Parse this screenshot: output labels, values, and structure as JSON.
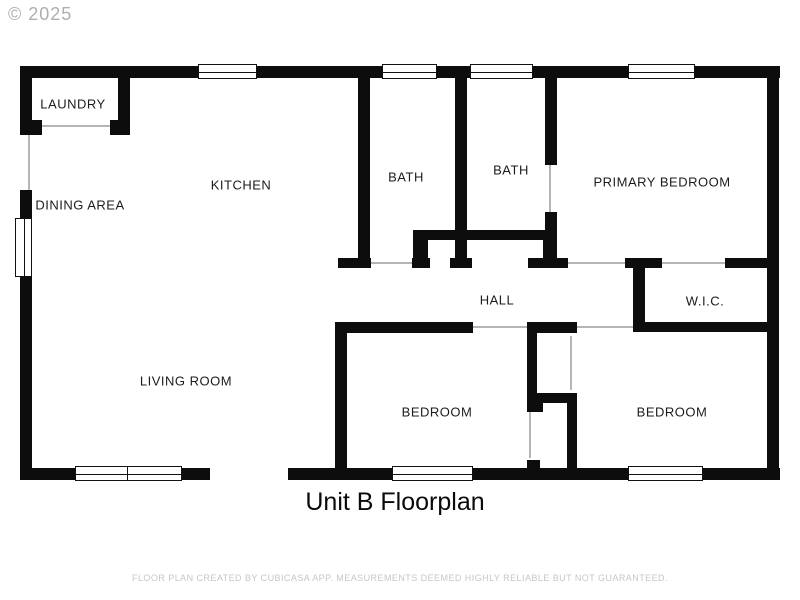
{
  "watermark": "© 2025",
  "title": "Unit B Floorplan",
  "disclaimer": "FLOOR PLAN CREATED BY CUBICASA APP. MEASUREMENTS DEEMED HIGHLY RELIABLE BUT NOT GUARANTEED.",
  "rooms": {
    "laundry": "LAUNDRY",
    "kitchen": "KITCHEN",
    "bath_left": "BATH",
    "bath_right": "BATH",
    "primary_bedroom": "PRIMARY BEDROOM",
    "dining_area": "DINING AREA",
    "hall": "HALL",
    "wic": "W.I.C.",
    "living_room": "LIVING ROOM",
    "bedroom_middle": "BEDROOM",
    "bedroom_right": "BEDROOM"
  },
  "colors": {
    "wall": "#0d0d0d",
    "label": "#1c1c1c",
    "watermark": "#aeaeae",
    "disclaimer": "#c6c6c6"
  }
}
